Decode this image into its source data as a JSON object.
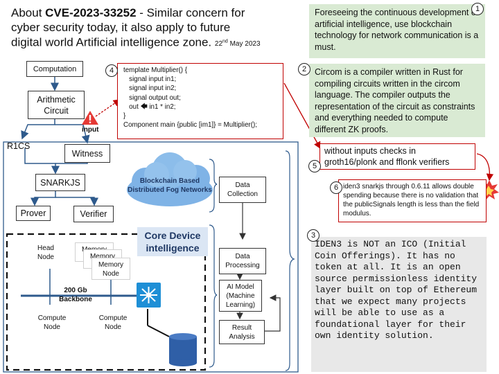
{
  "title": {
    "prefix": "About ",
    "cve": "CVE-2023-33252",
    "line1_rest": " - Similar concern for",
    "line2": "cyber security today, it also apply to future",
    "line3": "digital world Artificial intelligence zone.",
    "date_day": "22",
    "date_suffix": "nd",
    "date_rest": " May 2023"
  },
  "notes": {
    "note1": {
      "num": "1",
      "text": "Foreseeing the continuous development of artificial intelligence, use blockchain technology for network communication is a must."
    },
    "note2": {
      "num": "2",
      "text": "Circom is a compiler written in Rust for compiling circuits written in the circom language. The compiler outputs the representation of the circuit as constraints and everything needed to compute different ZK proofs."
    },
    "note3": {
      "num": "3",
      "text": "IDEN3 is NOT an ICO (Initial Coin Offerings). It has no token at all. It is an open source permissionless identity layer built on top of Ethereum that we expect many projects will be able to use as a foundational layer for their own identity solution."
    },
    "note4": {
      "num": "4"
    },
    "note5": {
      "num": "5",
      "text": "without inputs checks in groth16/plonk and fflonk verifiers"
    },
    "note6": {
      "num": "6",
      "text": "iden3 snarkjs through 0.6.11 allows double spending because there is no validation that the publicSignals length is less than the field modulus."
    }
  },
  "code": {
    "l1": "template Multiplier() {",
    "l2": "   signal input in1;",
    "l3": "   signal input in2;",
    "l4": "   signal output out;",
    "l5_a": "   out ",
    "l5_b": " in1 * in2;",
    "l6": "}",
    "l7": "Component main {public [im1]} = Multiplier();"
  },
  "flow": {
    "computation": "Computation",
    "arithmetic": "Arithmetic Circuit",
    "input_label": "input",
    "r1cs": "R1CS",
    "witness": "Witness",
    "snarkjs": "SNARKJS",
    "prover": "Prover",
    "verifier": "Verifier"
  },
  "cloud": {
    "label": "Blockchain Based Distributed Fog Networks"
  },
  "pipeline": {
    "data_collection": "Data Collection",
    "data_processing": "Data Processing",
    "ai_model": "AI Model (Machine Learning)",
    "result_analysis": "Result Analysis"
  },
  "cluster": {
    "core_label": "Core Device intelligence",
    "head_node": "Head Node",
    "memory_node_1": "Memory",
    "memory_node_2": "Memory",
    "memory_node_3": "Memory Node",
    "backbone": "200 Gb Backbone",
    "compute_node_1": "Compute Node",
    "compute_node_2": "Compute Node"
  },
  "colors": {
    "note_green": "#d9ead3",
    "red_border": "#c00000",
    "blue_frame": "#2e5a8c",
    "cloud_blue": "#7fb3e6",
    "switch_blue": "#1e8fd6",
    "db_blue": "#2f5fa7"
  }
}
